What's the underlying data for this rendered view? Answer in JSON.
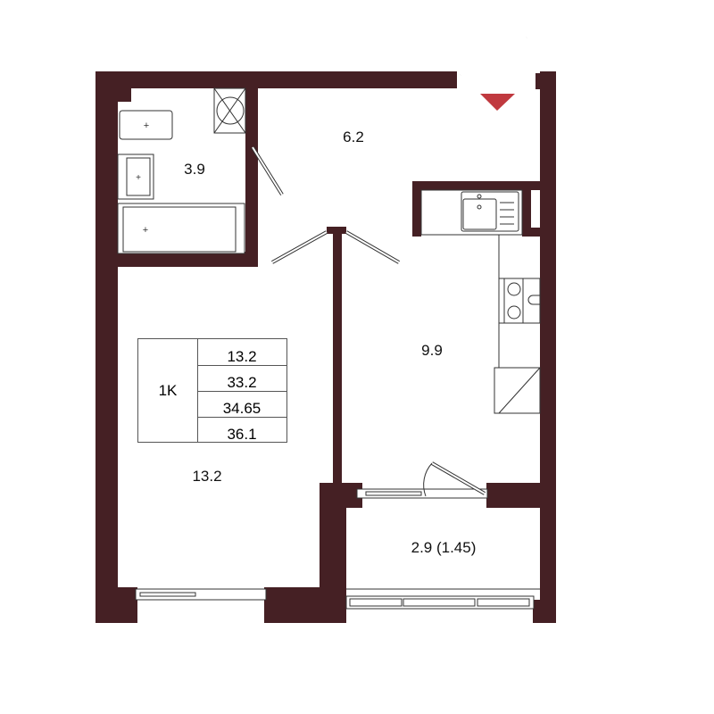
{
  "plan": {
    "apartment_type": "1K",
    "areas_table": [
      "13.2",
      "33.2",
      "34.65",
      "36.1"
    ],
    "colors": {
      "wall": "#452024",
      "entrance_marker": "#C0393F"
    }
  },
  "rooms": [
    {
      "id": "bathroom",
      "area": "3.9"
    },
    {
      "id": "hallway",
      "area": "6.2"
    },
    {
      "id": "kitchen",
      "area": "9.9"
    },
    {
      "id": "living-room",
      "area": "13.2"
    },
    {
      "id": "balcony",
      "area": "2.9 (1.45)"
    }
  ]
}
